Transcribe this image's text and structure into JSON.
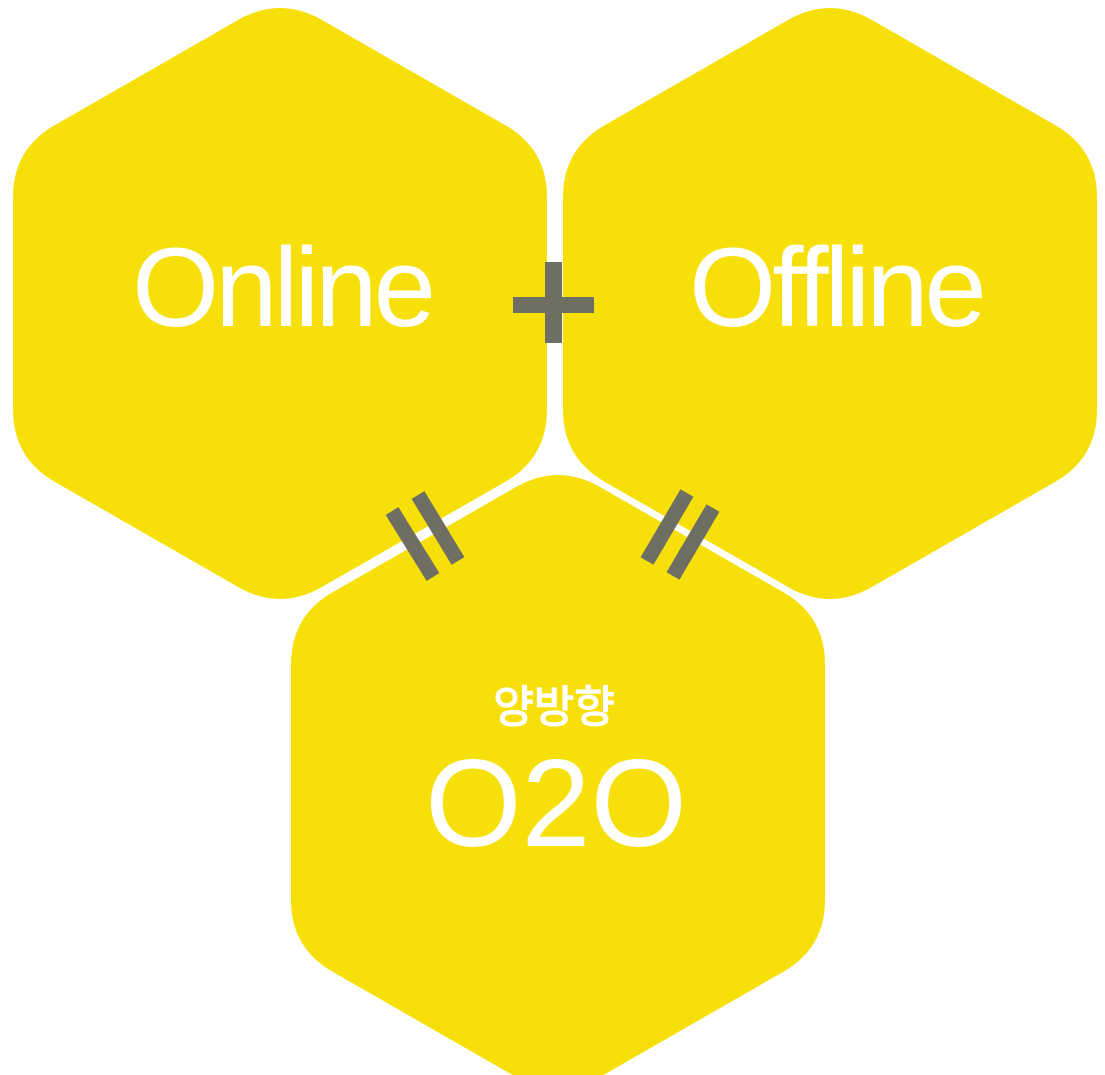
{
  "colors": {
    "hexagon_fill": "#F7E00A",
    "operator": "#6E6E62",
    "text": "#FFFFFF",
    "background": "#FFFFFF"
  },
  "nodes": {
    "online": {
      "label": "Online"
    },
    "offline": {
      "label": "Offline"
    },
    "o2o": {
      "prefix": "양방향",
      "label": "O2O"
    }
  },
  "operators": {
    "plus": "+",
    "equals": "="
  }
}
